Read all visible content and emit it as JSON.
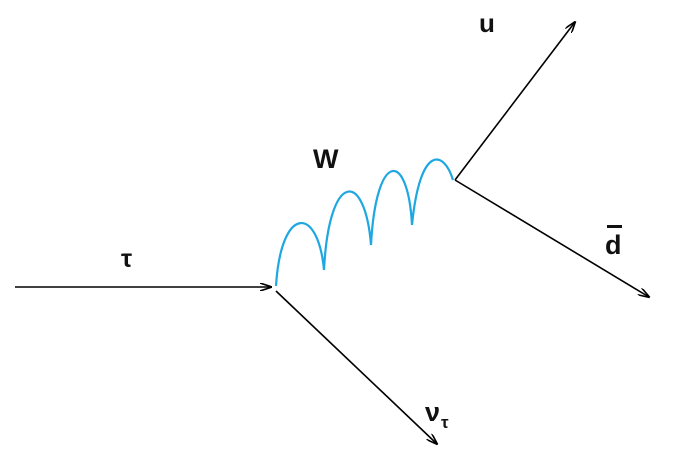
{
  "diagram": {
    "line_color": "#000000",
    "boson_color": "#1ea7e1"
  },
  "labels": {
    "incoming_lepton": "τ",
    "boson": "W",
    "up_quark": "u",
    "anti_down_quark": "d",
    "neutrino_symbol": "ν",
    "neutrino_subscript": "τ"
  }
}
